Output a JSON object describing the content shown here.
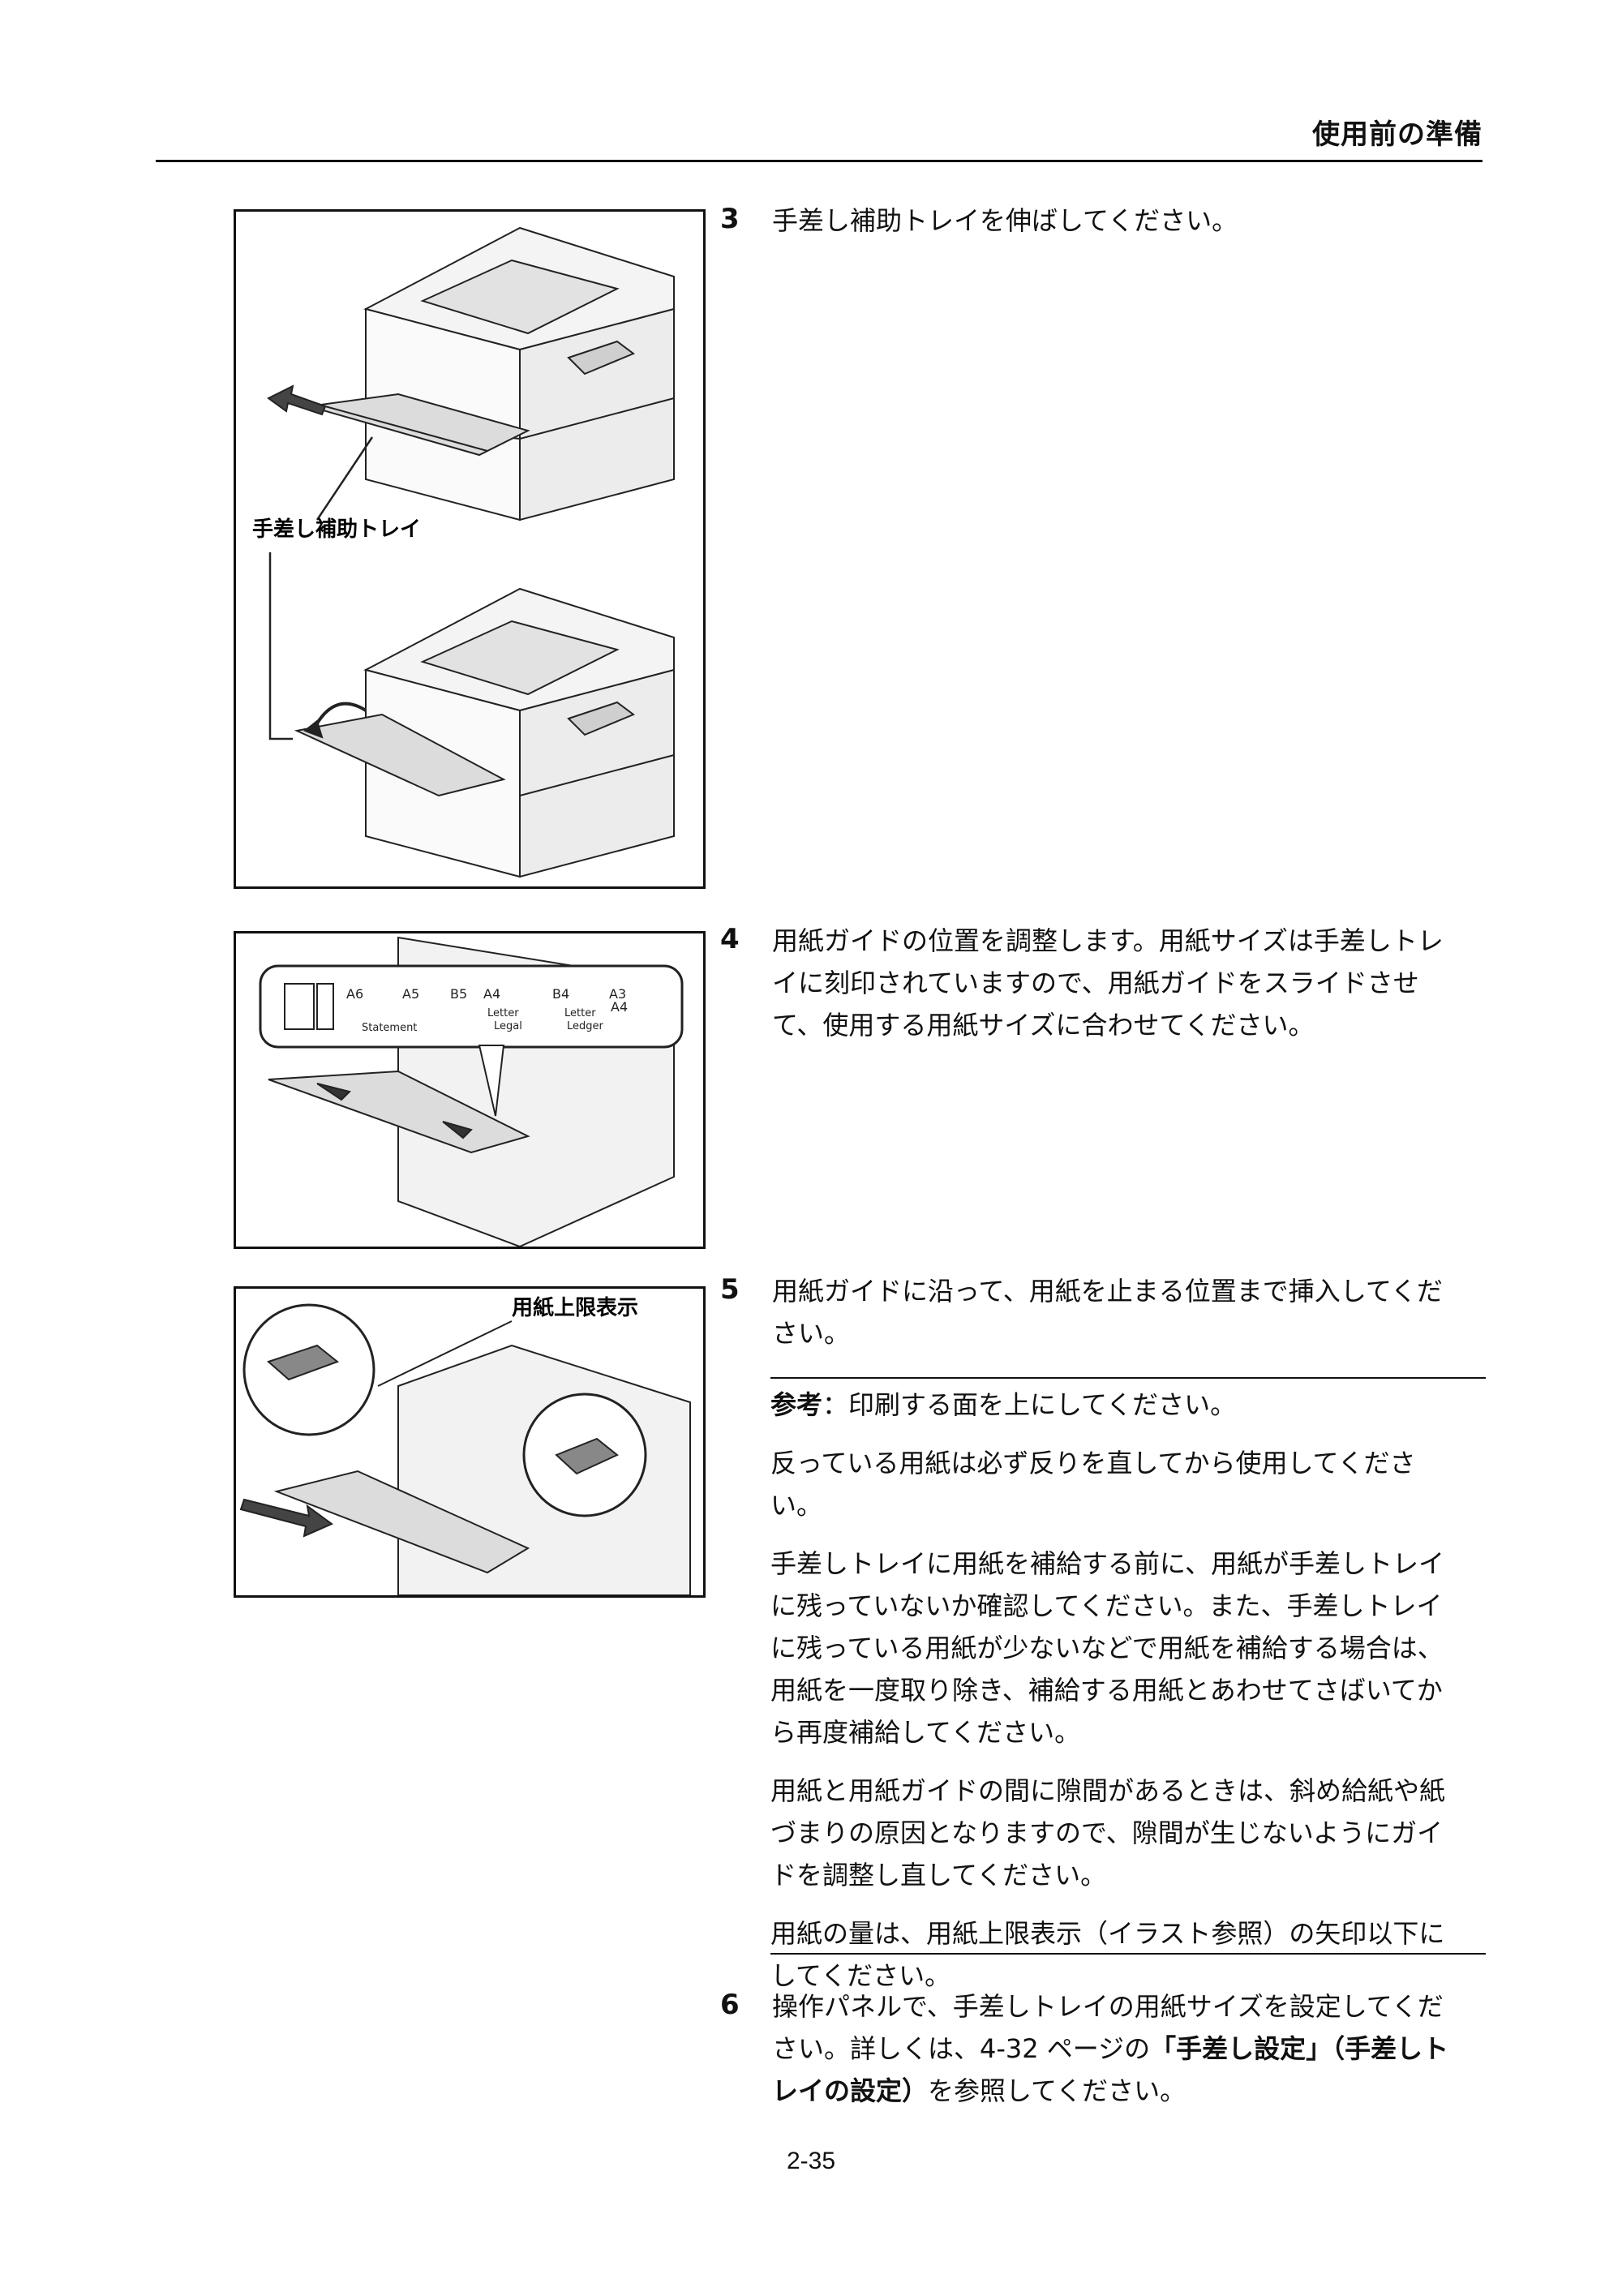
{
  "header": {
    "title": "使用前の準備"
  },
  "figures": {
    "fig1": {
      "label": "手差し補助トレイ"
    },
    "fig2": {
      "sizes_top": [
        "A6",
        "A5",
        "B5",
        "A4",
        "B4",
        "A3"
      ],
      "sizes_bottom": [
        "Statement",
        "Letter",
        "Legal",
        "Letter",
        "Ledger",
        "A4"
      ]
    },
    "fig3": {
      "label": "用紙上限表示"
    }
  },
  "steps": [
    {
      "num": "3",
      "text": "手差し補助トレイを伸ばしてください。"
    },
    {
      "num": "4",
      "line1": "用紙ガイドの位置を調整します。用紙サイズは手差しトレ",
      "line2": "イに刻印されていますので、用紙ガイドをスライドさせ",
      "line3": "て、使用する用紙サイズに合わせてください。"
    },
    {
      "num": "5",
      "line1": "用紙ガイドに沿って、用紙を止まる位置まで挿入してくだ",
      "line2": "さい。"
    },
    {
      "num": "6",
      "line1": "操作パネルで、手差しトレイの用紙サイズを設定してくだ",
      "line2a": "さい。詳しくは、4-32 ページの",
      "line2b": "「手差し設定」（手差しト",
      "line3a": "レイの設定）",
      "line3b": "を参照してください。"
    }
  ],
  "note": {
    "label": "参考",
    "first": "：印刷する面を上にしてください。",
    "p2_l1": "反っている用紙は必ず反りを直してから使用してくださ",
    "p2_l2": "い。",
    "p3_l1": "手差しトレイに用紙を補給する前に、用紙が手差しトレイ",
    "p3_l2": "に残っていないか確認してください。また、手差しトレイ",
    "p3_l3": "に残っている用紙が少ないなどで用紙を補給する場合は、",
    "p3_l4": "用紙を一度取り除き、補給する用紙とあわせてさばいてか",
    "p3_l5": "ら再度補給してください。",
    "p4_l1": "用紙と用紙ガイドの間に隙間があるときは、斜め給紙や紙",
    "p4_l2": "づまりの原因となりますので、隙間が生じないようにガイ",
    "p4_l3": "ドを調整し直してください。",
    "p5_l1": "用紙の量は、用紙上限表示（イラスト参照）の矢印以下に",
    "p5_l2": "してください。"
  },
  "footer": {
    "page": "2-35"
  }
}
